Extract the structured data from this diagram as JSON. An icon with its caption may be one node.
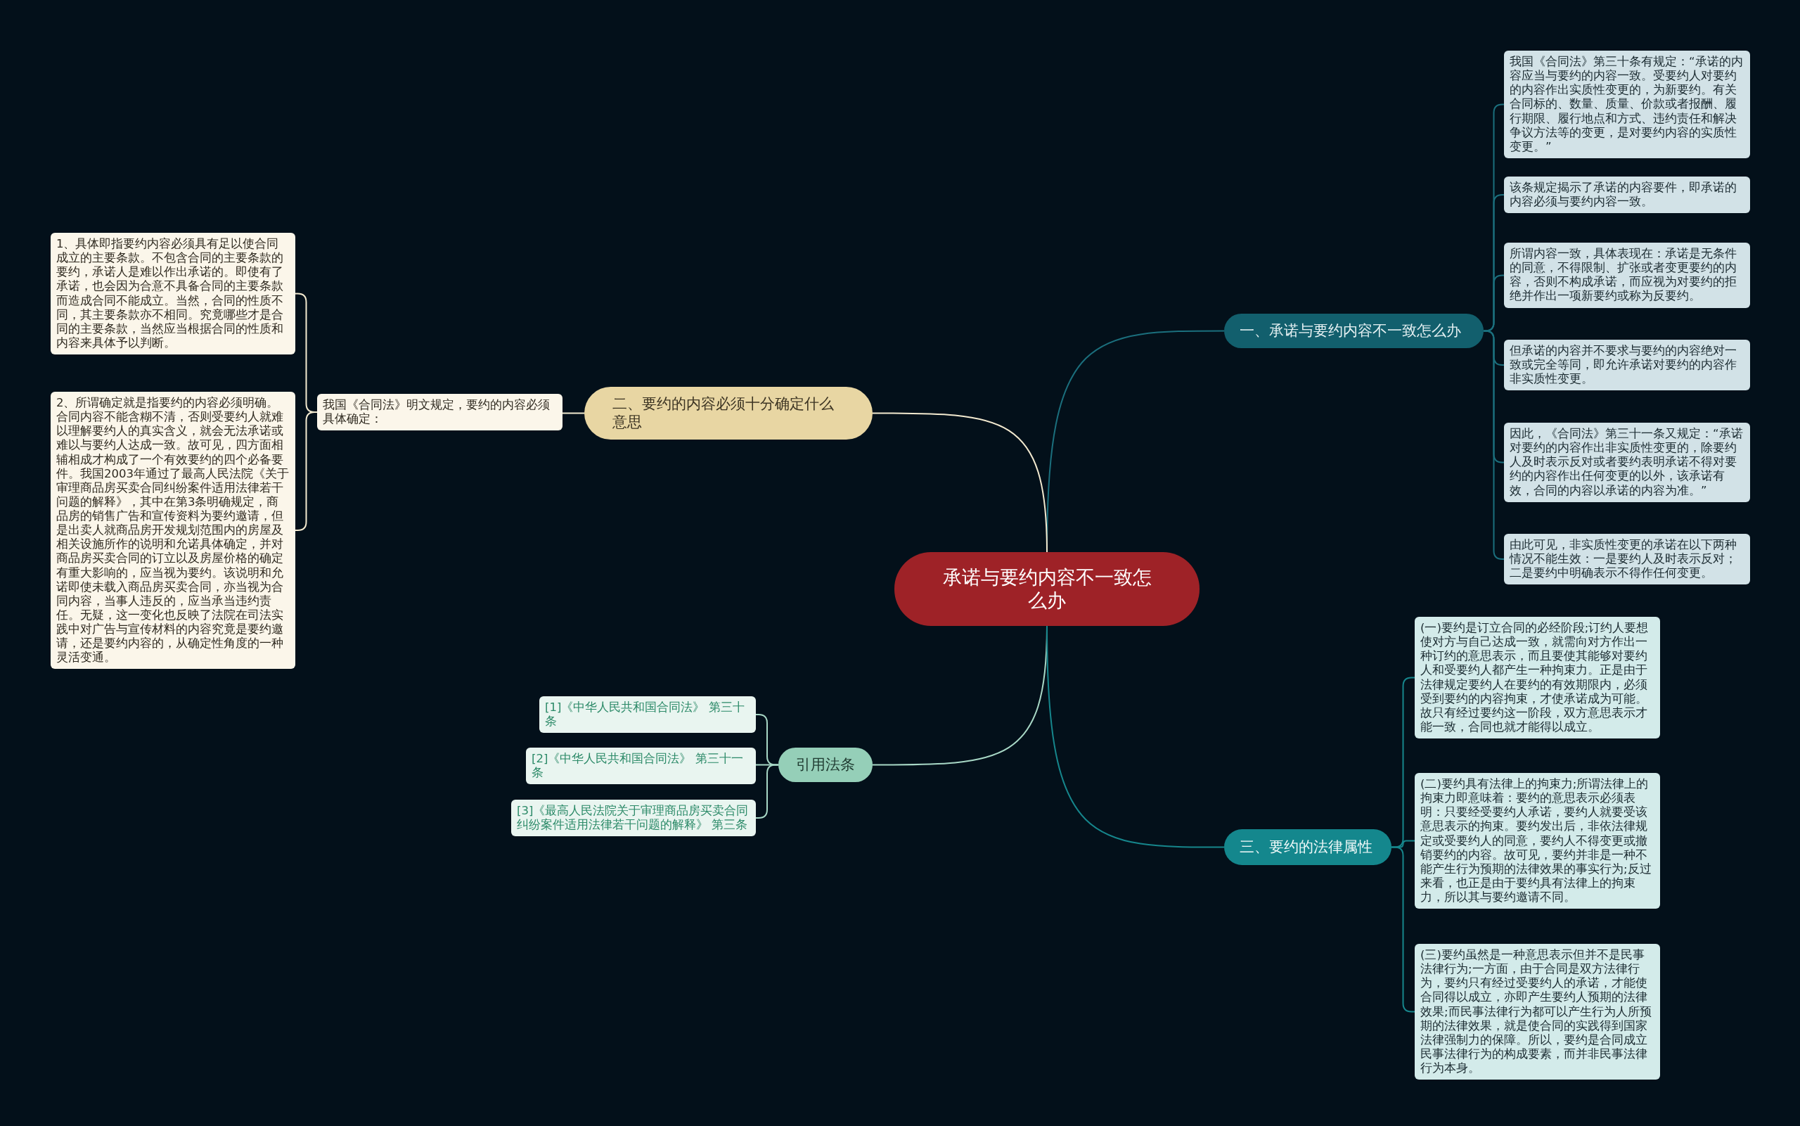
{
  "diagram": {
    "nodes": [
      {
        "text": [
          "承诺与要约内容不一致怎么办"
        ]
      },
      {
        "text": [
          "一、承诺与要约内容不一致怎么办"
        ]
      },
      {
        "text": [
          "我国《合同法》第三十条有规定：“承诺的内容应当与要约的内容一致。受要约人对要约的内容作出实质性变更的，为新要约。有关合同标的、数量、质量、价款或者报酬、履行期限、履行地点和方式、违约责任和解决争议方法等的变更，是对要约内容的实质性变更。”"
        ]
      },
      {
        "text": [
          "该条规定揭示了承诺的内容要件，即承诺的内容必须与要约内容一致。"
        ]
      },
      {
        "text": [
          "所谓内容一致，具体表现在：承诺是无条件的同意，不得限制、扩张或者变更要约的内容，否则不构成承诺，而应视为对要约的拒绝并作出一项新要约或称为反要约。"
        ]
      },
      {
        "text": [
          "但承诺的内容并不要求与要约的内容绝对一致或完全等同，即允许承诺对要约的内容作非实质性变更。"
        ]
      },
      {
        "text": [
          "因此，《合同法》第三十一条又规定：“承诺对要约的内容作出非实质性变更的，除要约人及时表示反对或者要约表明承诺不得对要约的内容作出任何变更的以外，该承诺有效，合同的内容以承诺的内容为准。”"
        ]
      },
      {
        "text": [
          "由此可见，非实质性变更的承诺在以下两种情况不能生效：一是要约人及时表示反对；二是要约中明确表示不得作任何变更。"
        ]
      },
      {
        "text": [
          "二、要约的内容必须十分确定什么意思"
        ]
      },
      {
        "text": [
          "我国《合同法》明文规定，要约的内容必须具体确定："
        ]
      },
      {
        "text": [
          "1、具体即指要约内容必须具有足以使合同成立的主要条款。不包含合同的主要条款的要约，承诺人是难以作出承诺的。即使有了承诺，也会因为合意不具备合同的主要条款而造成合同不能成立。当然，合同的性质不同，其主要条款亦不相同。究竟哪些才是合同的主要条款，当然应当根据合同的性质和内容来具体予以判断。"
        ]
      },
      {
        "text": [
          "2、所谓确定就是指要约的内容必须明确。合同内容不能含糊不清，否则受要约人就难以理解要约人的真实含义，就会无法承诺或难以与要约人达成一致。故可见，四方面相辅相成才构成了一个有效要约的四个必备要件。我国2003年通过了最高人民法院《关于审理商品房买卖合同纠纷案件适用法律若干问题的解释》，其中在第3条明确规定，商品房的销售广告和宣传资料为要约邀请，但是出卖人就商品房开发规划范围内的房屋及相关设施所作的说明和允诺具体确定，并对商品房买卖合同的订立以及房屋价格的确定有重大影响的，应当视为要约。该说明和允诺即使未载入商品房买卖合同，亦当视为合同内容，当事人违反的，应当承当违约责任。无疑，这一变化也反映了法院在司法实践中对广告与宣传材料的内容究竟是要约邀请，还是要约内容的，从确定性角度的一种灵活变通。"
        ]
      },
      {
        "text": [
          "引用法条"
        ]
      },
      {
        "text": [
          "[1]《中华人民共和国合同法》 第三十条"
        ]
      },
      {
        "text": [
          "[2]《中华人民共和国合同法》 第三十一条"
        ]
      },
      {
        "text": [
          "[3]《最高人民法院关于审理商品房买卖合同纠纷案件适用法律若干问题的解释》 第三条"
        ]
      },
      {
        "text": [
          "三、要约的法律属性"
        ]
      },
      {
        "text": [
          "(一)要约是订立合同的必经阶段;订约人要想使对方与自己达成一致，就需向对方作出一种订约的意思表示，而且要使其能够对要约人和受要约人都产生一种拘束力。正是由于法律规定要约人在要约的有效期限内，必须受到要约的内容拘束，才使承诺成为可能。故只有经过要约这一阶段，双方意思表示才能一致，合同也就才能得以成立。"
        ]
      },
      {
        "text": [
          "(二)要约具有法律上的拘束力;所谓法律上的拘束力即意味着：要约的意思表示必须表明：只要经受要约人承诺，要约人就要受该意思表示的拘束。要约发出后，非依法律规定或受要约人的同意，要约人不得变更或撤销要约的内容。故可见，要约并非是一种不能产生行为预期的法律效果的事实行为;反过来看，也正是由于要约具有法律上的拘束力，所以其与要约邀请不同。"
        ]
      },
      {
        "text": [
          "(三)要约虽然是一种意思表示但并不是民事法律行为;一方面，由于合同是双方法律行为，要约只有经过受要约人的承诺，才能使合同得以成立，亦即产生要约人预期的法律效果;而民事法律行为都可以产生行为人所预期的法律效果，就是使合同的实践得到国家法律强制力的保障。所以，要约是合同成立民事法律行为的构成要素，而并非民事法律行为本身。"
        ]
      }
    ],
    "edges": [
      {
        "from": 0,
        "to": 1,
        "arrow": "none",
        "color": "#1b6f7d"
      },
      {
        "from": 1,
        "to": 2,
        "arrow": "none",
        "color": "#1b6f7d"
      },
      {
        "from": 1,
        "to": 3,
        "arrow": "none",
        "color": "#1b6f7d"
      },
      {
        "from": 1,
        "to": 4,
        "arrow": "none",
        "color": "#1b6f7d"
      },
      {
        "from": 1,
        "to": 5,
        "arrow": "none",
        "color": "#1b6f7d"
      },
      {
        "from": 1,
        "to": 6,
        "arrow": "none",
        "color": "#1b6f7d"
      },
      {
        "from": 1,
        "to": 7,
        "arrow": "none",
        "color": "#1b6f7d"
      },
      {
        "from": 0,
        "to": 8,
        "arrow": "none",
        "color": "#f3ead0"
      },
      {
        "from": 8,
        "to": 9,
        "arrow": "none",
        "color": "#f3ead0"
      },
      {
        "from": 9,
        "to": 10,
        "arrow": "none",
        "color": "#f3ead0"
      },
      {
        "from": 9,
        "to": 11,
        "arrow": "none",
        "color": "#f3ead0"
      },
      {
        "from": 0,
        "to": 12,
        "arrow": "none",
        "color": "#a8d8c6"
      },
      {
        "from": 12,
        "to": 13,
        "arrow": "none",
        "color": "#a8d8c6"
      },
      {
        "from": 12,
        "to": 14,
        "arrow": "none",
        "color": "#a8d8c6"
      },
      {
        "from": 12,
        "to": 15,
        "arrow": "none",
        "color": "#a8d8c6"
      },
      {
        "from": 0,
        "to": 16,
        "arrow": "none",
        "color": "#16868c"
      },
      {
        "from": 16,
        "to": 17,
        "arrow": "none",
        "color": "#16868c"
      },
      {
        "from": 16,
        "to": 18,
        "arrow": "none",
        "color": "#16868c"
      },
      {
        "from": 16,
        "to": 19,
        "arrow": "none",
        "color": "#16868c"
      }
    ]
  }
}
